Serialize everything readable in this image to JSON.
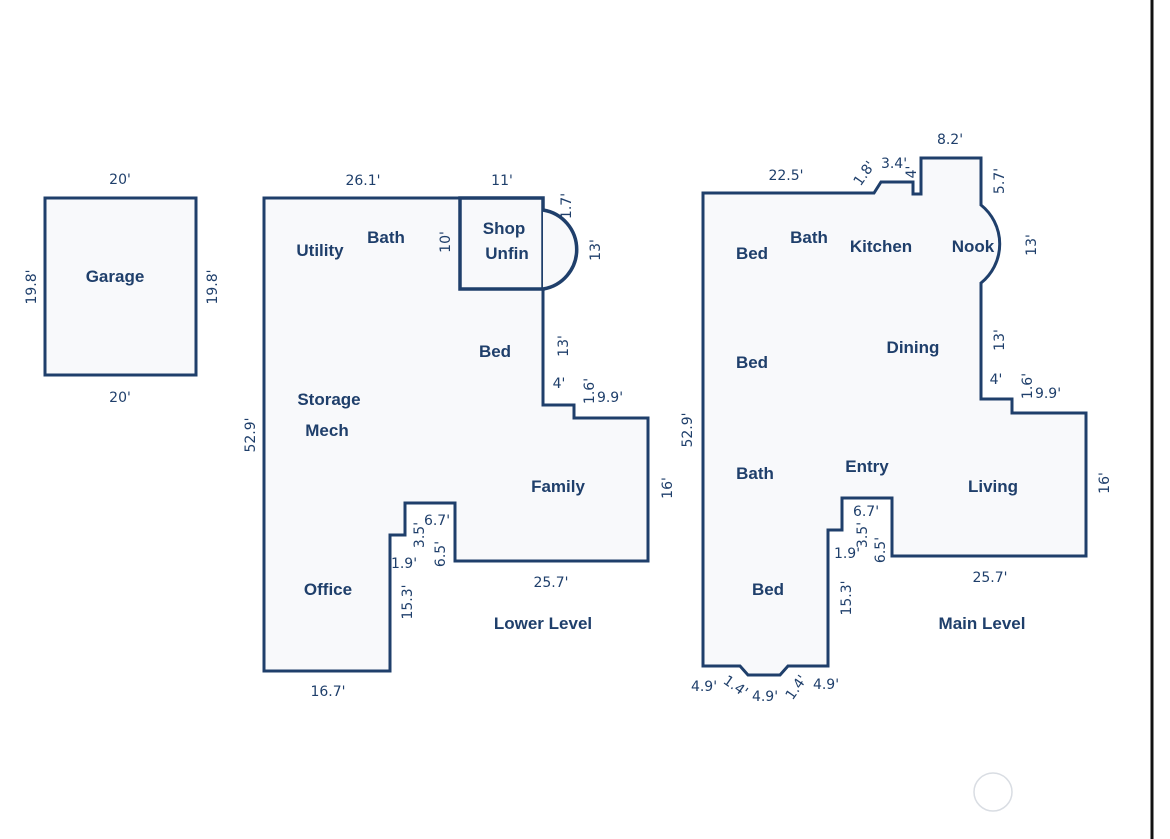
{
  "plans": {
    "garage": {
      "room": "Garage",
      "dims": {
        "top": "20'",
        "bottom": "20'",
        "left": "19.8'",
        "right": "19.8'"
      }
    },
    "lower": {
      "caption": "Lower Level",
      "rooms": {
        "utility": "Utility",
        "bath": "Bath",
        "shop": "Shop",
        "unfin": "Unfin",
        "bed": "Bed",
        "storage": "Storage",
        "mech": "Mech",
        "family": "Family",
        "office": "Office"
      },
      "dims": {
        "top_left": "26.1'",
        "top_right": "11'",
        "notch_top": "1.7'",
        "shop_side": "10'",
        "bay": "13'",
        "right_upper": "13'",
        "step_h": "4'",
        "step_v": "1.6'",
        "step_top": "9.9'",
        "right_lower": "16'",
        "bottom_right": "25.7'",
        "left": "52.9'",
        "inner_top": "6.7'",
        "inner_v1": "3.5'",
        "inner_v2": "6.5'",
        "inner_h": "1.9'",
        "office_v": "15.3'",
        "bottom_left": "16.7'"
      }
    },
    "main": {
      "caption": "Main Level",
      "rooms": {
        "bed1": "Bed",
        "bath1": "Bath",
        "kitchen": "Kitchen",
        "nook": "Nook",
        "bed2": "Bed",
        "dining": "Dining",
        "bath2": "Bath",
        "entry": "Entry",
        "living": "Living",
        "bed3": "Bed"
      },
      "dims": {
        "top_left": "22.5'",
        "diag": "1.8'",
        "jog_h": "3.4'",
        "jog_v": "4'",
        "bump_top": "8.2'",
        "bump_side": "5.7'",
        "bay": "13'",
        "right_upper": "13'",
        "step_h": "4'",
        "step_v": "1.6'",
        "step_top": "9.9'",
        "right_lower": "16'",
        "bottom_right": "25.7'",
        "left": "52.9'",
        "inner_top": "6.7'",
        "inner_v1": "3.5'",
        "inner_v2": "6.5'",
        "inner_h": "1.9'",
        "bed_v": "15.3'",
        "b1": "4.9'",
        "b2": "1.4'",
        "b3": "4.9'",
        "b4": "1.4'",
        "b5": "4.9'"
      }
    }
  }
}
